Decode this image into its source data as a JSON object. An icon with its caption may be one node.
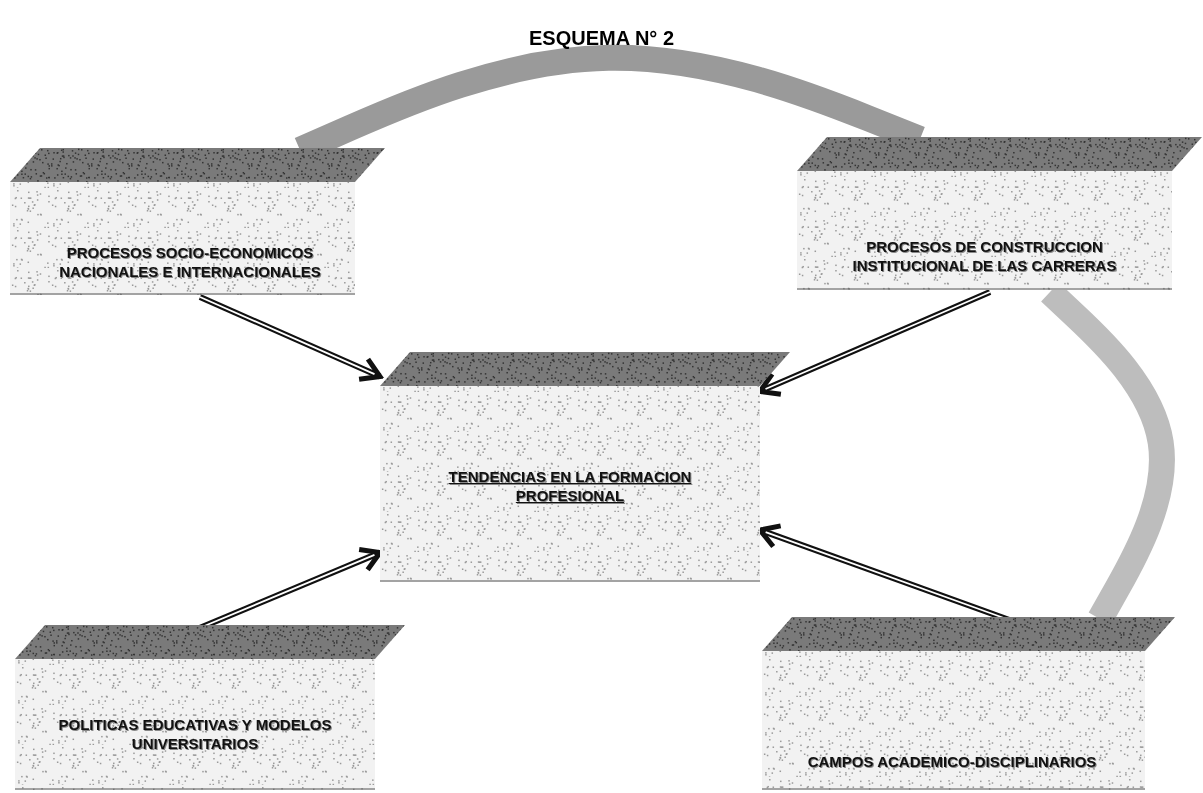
{
  "diagram": {
    "title": "ESQUEMA N° 2",
    "nodes": [
      {
        "text": [
          "PROCESOS SOCIO-ECONOMICOS NACIONALES E INTERNACIONALES"
        ]
      },
      {
        "text": [
          "PROCESOS DE CONSTRUCCION INSTITUCIONAL DE LAS CARRERAS"
        ]
      },
      {
        "text": [
          "TENDENCIAS EN LA FORMACION PROFESIONAL"
        ]
      },
      {
        "text": [
          "POLITICAS EDUCATIVAS Y MODELOS UNIVERSITARIOS"
        ]
      },
      {
        "text": [
          "CAMPOS ACADEMICO-DISCIPLINARIOS"
        ]
      }
    ],
    "edges": [
      {
        "from": 0,
        "to": 1,
        "arrow": "none",
        "style": "thick",
        "color": "#9a9a9a"
      },
      {
        "from": 1,
        "to": 4,
        "arrow": "none",
        "style": "thick",
        "color": "#bdbdbd"
      },
      {
        "from": 0,
        "to": 2,
        "arrow": "to"
      },
      {
        "from": 1,
        "to": 2,
        "arrow": "to"
      },
      {
        "from": 3,
        "to": 2,
        "arrow": "to"
      },
      {
        "from": 4,
        "to": 2,
        "arrow": "to"
      }
    ]
  }
}
